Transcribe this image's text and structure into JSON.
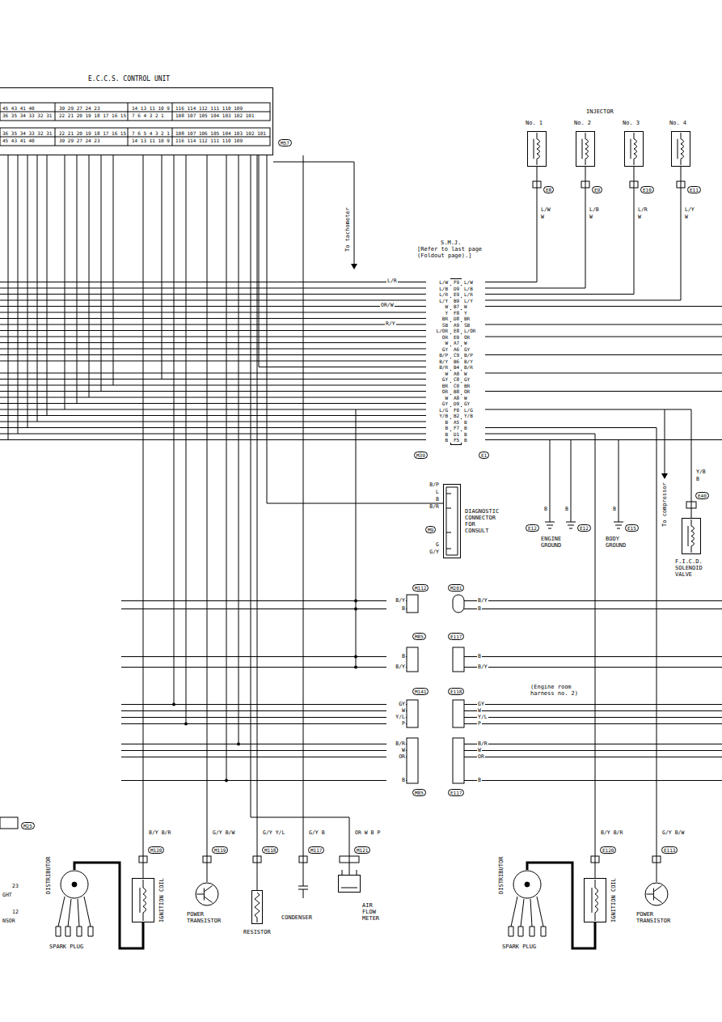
{
  "diagram": {
    "nodes": [
      {
        "text": [
          "E.C.C.S. CONTROL UNIT"
        ]
      },
      {
        "text": [
          "No. 1"
        ]
      },
      {
        "text": [
          "No. 2"
        ]
      },
      {
        "text": [
          "No. 3"
        ]
      },
      {
        "text": [
          "No. 4"
        ]
      },
      {
        "text": [
          "S.M.J.",
          "[Refer to last page (Foldout page).]"
        ]
      },
      {
        "text": [
          "DIAGNOSTIC CONNECTOR FOR CONSULT"
        ]
      },
      {
        "text": [
          "F.I.C.D. SOLENOID VALVE"
        ]
      },
      {
        "text": [
          "DISTRIBUTOR"
        ]
      },
      {
        "text": [
          "IGNITION COIL"
        ]
      },
      {
        "text": [
          "POWER TRANSISTOR"
        ]
      },
      {
        "text": [
          "RESISTOR"
        ]
      },
      {
        "text": [
          "CONDENSER"
        ]
      },
      {
        "text": [
          "AIR FLOW METER"
        ]
      },
      {
        "text": [
          "DISTRIBUTOR"
        ]
      },
      {
        "text": [
          "IGNITION COIL"
        ]
      },
      {
        "text": [
          "POWER TRANSISTOR"
        ]
      }
    ],
    "edges": [
      {
        "from": 0,
        "to": 5,
        "arrow": "none"
      },
      {
        "from": 1,
        "to": 5,
        "arrow": "none"
      },
      {
        "from": 2,
        "to": 5,
        "arrow": "none"
      },
      {
        "from": 3,
        "to": 5,
        "arrow": "none"
      },
      {
        "from": 4,
        "to": 5,
        "arrow": "none"
      },
      {
        "from": 0,
        "to": 6,
        "arrow": "none"
      },
      {
        "from": 0,
        "to": 9,
        "arrow": "none"
      },
      {
        "from": 0,
        "to": 10,
        "arrow": "none"
      },
      {
        "from": 0,
        "to": 11,
        "arrow": "none"
      },
      {
        "from": 0,
        "to": 12,
        "arrow": "none"
      },
      {
        "from": 0,
        "to": 13,
        "arrow": "none"
      },
      {
        "from": 5,
        "to": 7,
        "arrow": "none"
      },
      {
        "from": 8,
        "to": 9,
        "arrow": "none"
      },
      {
        "from": 14,
        "to": 15,
        "arrow": "none"
      },
      {
        "from": 5,
        "to": 15,
        "arrow": "none"
      },
      {
        "from": 5,
        "to": 16,
        "arrow": "none"
      }
    ],
    "labels": [
      "45 43 41 40",
      "39 29 27 24 23",
      "14 13 11 10 9",
      "116 114 112 111 110 109",
      "36 35 34 33 32 31",
      "22 21 20 19 18 17 16 15",
      "7 6 4 3 2 1",
      "108 107 105 104 103 102 101",
      "36 35 34 33 32 31",
      "22 21 20 19 18 17 16 15",
      "7 6 5 4 3 2 1",
      "108 107 106 105 104 103 102 101",
      "45 43 41 40",
      "39 29 27 24 23",
      "14 13 11 10 9",
      "116 114 112 111 110 109",
      "M57",
      "INJECTOR",
      "E8",
      "L/W",
      "W",
      "E9",
      "L/B",
      "W",
      "E10",
      "L/R",
      "W",
      "E11",
      "L/Y",
      "W",
      "To tachometer",
      "L/R",
      "OR/W",
      "R/Y",
      "L/W",
      "L/B",
      "L/R",
      "L/Y",
      "W",
      "Y",
      "BR",
      "SB",
      "L/OR",
      "OR",
      "W",
      "GY",
      "B/P",
      "B/Y",
      "B/R",
      "W",
      "GY",
      "BR",
      "OR",
      "W",
      "GY",
      "L/G",
      "Y/B",
      "B",
      "B",
      "B",
      "B",
      "F9",
      "D9",
      "E9",
      "B9",
      "B7",
      "F8",
      "D8",
      "A9",
      "E8",
      "E0",
      "A7",
      "A6",
      "C9",
      "B6",
      "B4",
      "A0",
      "C8",
      "C0",
      "B8",
      "A8",
      "D9",
      "F0",
      "B2",
      "A5",
      "F7",
      "D1",
      "F5",
      "L/W",
      "L/B",
      "L/R",
      "L/Y",
      "W",
      "Y",
      "BR",
      "SB",
      "L/OR",
      "OR",
      "W",
      "GY",
      "B/P",
      "B/Y",
      "B/R",
      "W",
      "GY",
      "BR",
      "OR",
      "W",
      "GY",
      "L/G",
      "Y/B",
      "B",
      "B",
      "B",
      "B",
      "M39",
      "E1",
      "B/P",
      "L",
      "B",
      "B/R",
      "G",
      "G/Y",
      "M9",
      "B",
      "B",
      "B",
      "E12",
      "E12",
      "E15",
      "ENGINE GROUND",
      "BODY GROUND",
      "To compressor",
      "Y/B",
      "B",
      "E40",
      "M112",
      "M201",
      "B/Y",
      "B",
      "B/Y",
      "B",
      "M85",
      "E117",
      "B",
      "B/Y",
      "B",
      "B/Y",
      "(Engine room harness no. 2)",
      "M141",
      "E118",
      "GY",
      "W",
      "Y/L",
      "P",
      "GY",
      "W",
      "Y/L",
      "P",
      "B/R",
      "W",
      "OR",
      "B",
      "B/R",
      "W",
      "OR",
      "B",
      "M85",
      "E117",
      "B/Y B/R",
      "G/Y B/W",
      "G/Y Y/L",
      "G/Y B",
      "OR W B P",
      "M120",
      "M119",
      "M118",
      "M117",
      "M121",
      "B/Y B/R",
      "G/Y B/W",
      "E120",
      "E113",
      "M25",
      "23",
      "GHT",
      "12",
      "NSOR",
      "SPARK PLUG",
      "SPARK PLUG"
    ]
  }
}
